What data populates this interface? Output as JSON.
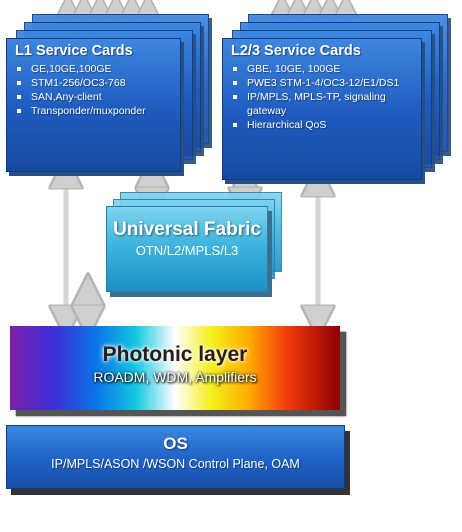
{
  "l1_card": {
    "title": "L1 Service Cards",
    "items": [
      "GE,10GE,100GE",
      "STM1-256/OC3-768",
      "SAN,Any-client",
      "Transponder/muxponder"
    ]
  },
  "l23_card": {
    "title": "L2/3 Service Cards",
    "items": [
      "GBE, 10GE, 100GE",
      "PWE3 STM-1-4/OC3-12/E1/DS1",
      "IP/MPLS, MPLS-TP, signaling gateway",
      "Hierarchical QoS"
    ]
  },
  "fabric": {
    "title": "Universal Fabric",
    "subtitle": "OTN/L2/MPLS/L3"
  },
  "photonic": {
    "title": "Photonic layer",
    "subtitle": "ROADM, WDM, Amplifiers"
  },
  "os": {
    "title": "OS",
    "subtitle": "IP/MPLS/ASON /WSON Control Plane, OAM"
  },
  "colors": {
    "card_blue": "#1e5bbf",
    "fabric_cyan": "#3fb4de",
    "arrow_gray": "#d9d9d9"
  }
}
